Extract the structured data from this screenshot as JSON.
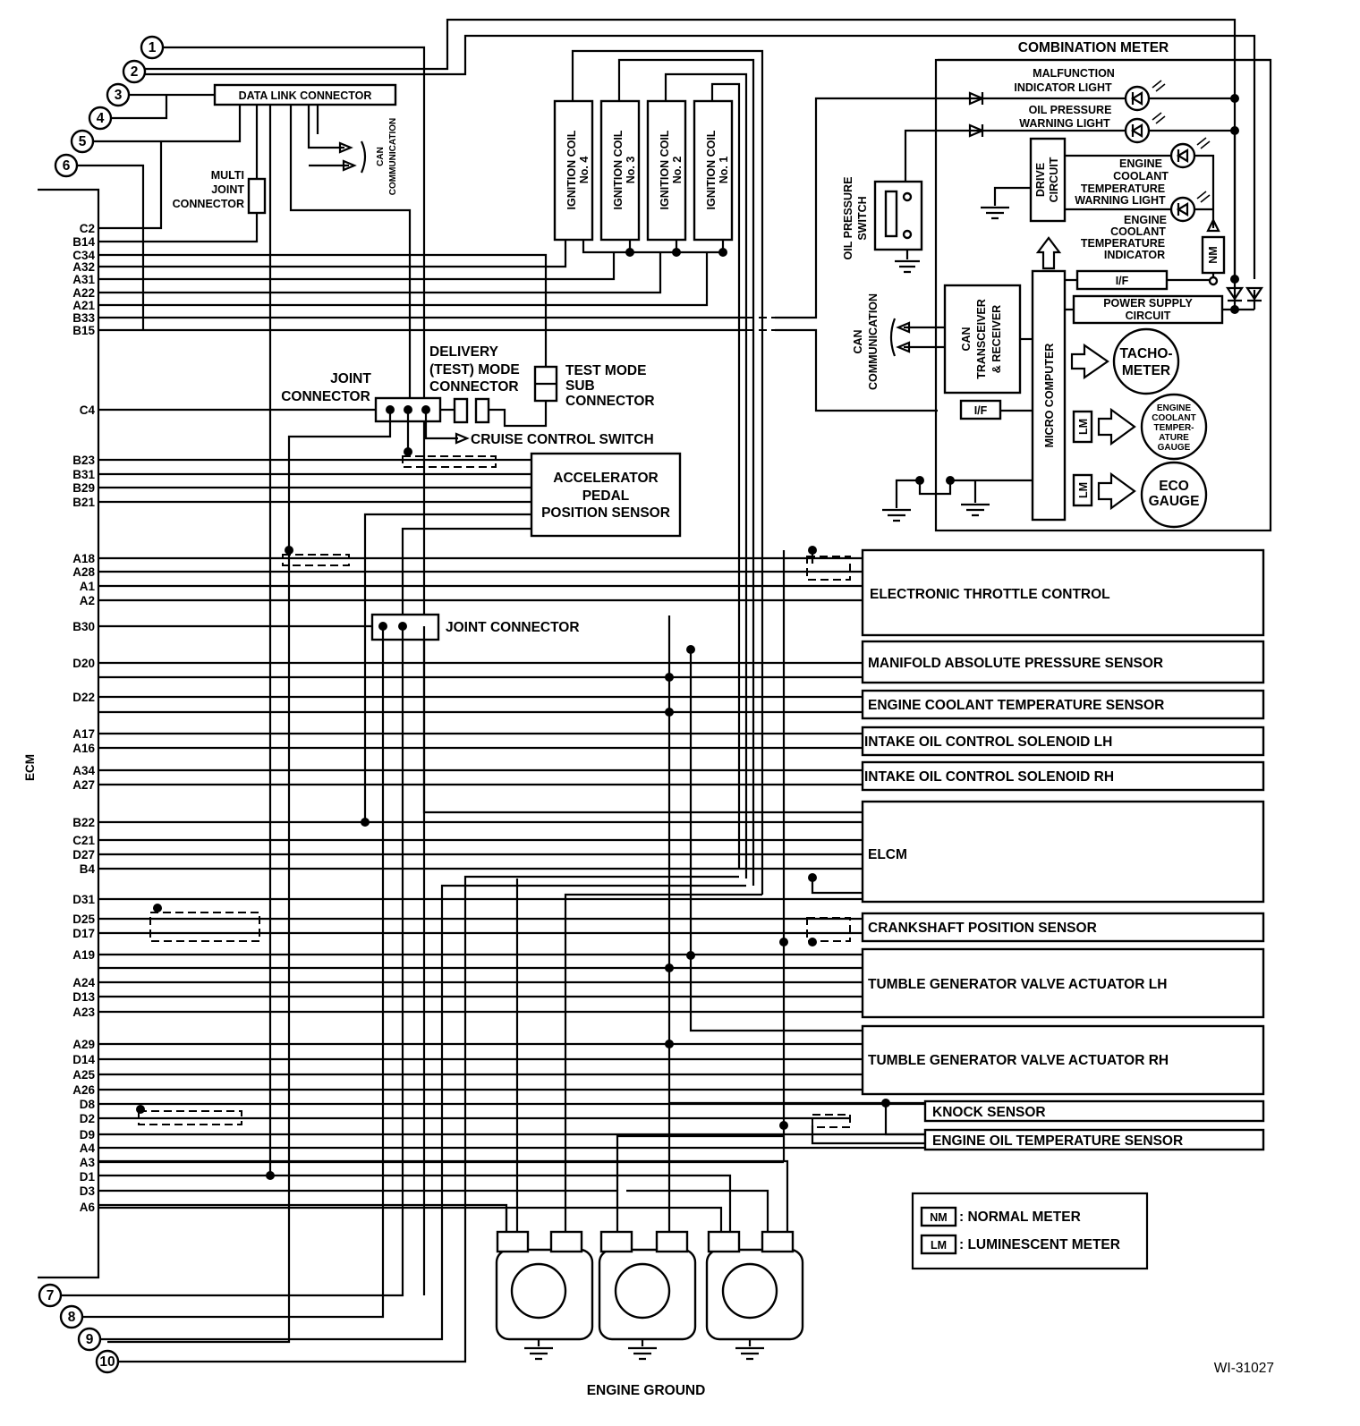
{
  "figure_id": "WI-31027",
  "ecm_label": "ECM",
  "engine_ground": "ENGINE GROUND",
  "numbered_terminals_left_top": [
    "1",
    "2",
    "3",
    "4",
    "5",
    "6"
  ],
  "numbered_terminals_left_bottom": [
    "7",
    "8",
    "9",
    "10"
  ],
  "ecm_pins": [
    "C2",
    "B14",
    "C34",
    "A32",
    "A31",
    "A22",
    "A21",
    "B33",
    "B15",
    "C4",
    "B23",
    "B31",
    "B29",
    "B21",
    "A18",
    "A28",
    "A1",
    "A2",
    "B30",
    "D20",
    "D22",
    "A17",
    "A16",
    "A34",
    "A27",
    "B22",
    "C21",
    "D27",
    "B4",
    "D31",
    "D25",
    "D17",
    "A19",
    "A24",
    "D13",
    "A23",
    "A29",
    "D14",
    "A25",
    "A26",
    "D8",
    "D2",
    "D9",
    "A4",
    "A3",
    "D1",
    "D3",
    "A6"
  ],
  "connectors": {
    "data_link": "DATA LINK CONNECTOR",
    "can_comm": [
      "CAN",
      "COMMUNICATION"
    ],
    "multi_joint": [
      "MULTI",
      "JOINT",
      "CONNECTOR"
    ],
    "joint_1": [
      "JOINT",
      "CONNECTOR"
    ],
    "delivery_mode": [
      "DELIVERY",
      "(TEST) MODE",
      "CONNECTOR"
    ],
    "test_mode_sub": [
      "TEST MODE",
      "SUB",
      "CONNECTOR"
    ],
    "cruise": "CRUISE CONTROL SWITCH",
    "joint_2": "JOINT CONNECTOR"
  },
  "ignition_coils": [
    {
      "l1": "IGNITION COIL",
      "l2": "No. 4"
    },
    {
      "l1": "IGNITION COIL",
      "l2": "No. 3"
    },
    {
      "l1": "IGNITION COIL",
      "l2": "No. 2"
    },
    {
      "l1": "IGNITION COIL",
      "l2": "No. 1"
    }
  ],
  "accelerator": [
    "ACCELERATOR",
    "PEDAL",
    "POSITION SENSOR"
  ],
  "combination_meter": {
    "title": "COMBINATION METER",
    "mil": [
      "MALFUNCTION",
      "INDICATOR LIGHT"
    ],
    "oil_warn": [
      "OIL PRESSURE",
      "WARNING LIGHT"
    ],
    "ect_warn": [
      "ENGINE",
      "COOLANT",
      "TEMPERATURE",
      "WARNING LIGHT"
    ],
    "ect_ind": [
      "ENGINE",
      "COOLANT",
      "TEMPERATURE",
      "INDICATOR"
    ],
    "drive": [
      "DRIVE",
      "CIRCUIT"
    ],
    "nm": "NM",
    "if": "I/F",
    "power": [
      "POWER SUPPLY",
      "CIRCUIT"
    ],
    "can_trx": [
      "CAN",
      "TRANSCEIVER",
      "& RECEIVER"
    ],
    "micro": "MICRO COMPUTER",
    "tacho": [
      "TACHO-",
      "METER"
    ],
    "ect_gauge": [
      "ENGINE",
      "COOLANT",
      "TEMPER-",
      "ATURE",
      "GAUGE"
    ],
    "lm": "LM",
    "eco": [
      "ECO",
      "GAUGE"
    ],
    "can_comm": [
      "CAN",
      "COMMUNICATION"
    ],
    "oil_switch": [
      "OIL PRESSURE",
      "SWITCH"
    ]
  },
  "components": [
    "ELECTRONIC THROTTLE CONTROL",
    "MANIFOLD ABSOLUTE PRESSURE SENSOR",
    "ENGINE COOLANT TEMPERATURE SENSOR",
    "INTAKE OIL CONTROL SOLENOID LH",
    "INTAKE OIL CONTROL SOLENOID RH",
    "ELCM",
    "CRANKSHAFT POSITION SENSOR",
    "TUMBLE GENERATOR VALVE ACTUATOR LH",
    "TUMBLE GENERATOR VALVE ACTUATOR RH",
    "KNOCK SENSOR",
    "ENGINE OIL TEMPERATURE SENSOR"
  ],
  "legend": [
    {
      "code": "NM",
      "text": ": NORMAL METER"
    },
    {
      "code": "LM",
      "text": ": LUMINESCENT METER"
    }
  ]
}
